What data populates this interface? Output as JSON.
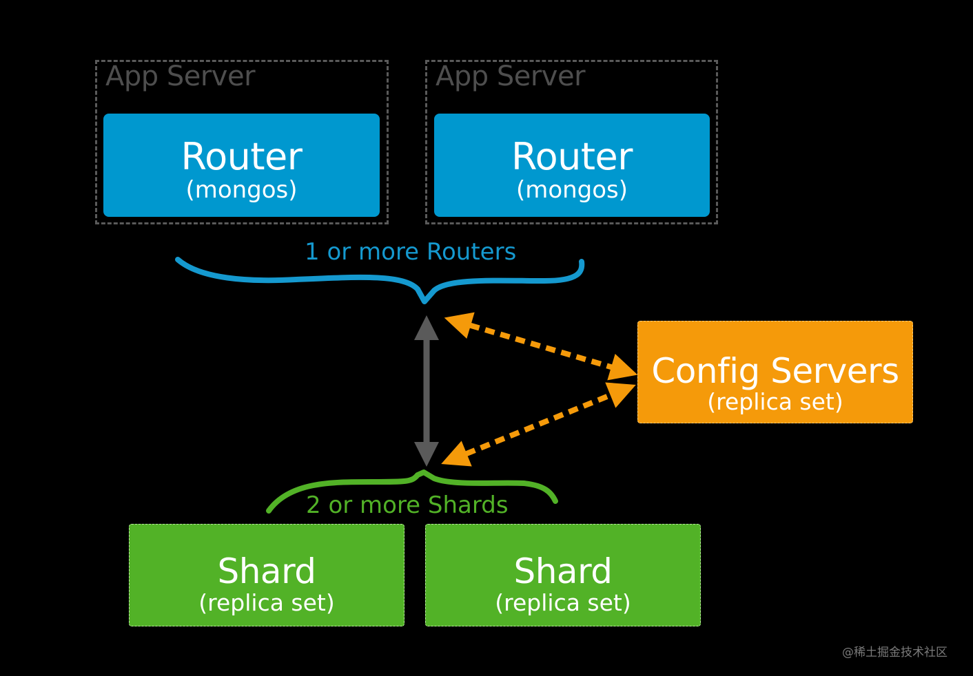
{
  "diagram": {
    "app_servers": [
      {
        "label": "App Server",
        "router": {
          "title": "Router",
          "subtitle": "(mongos)"
        }
      },
      {
        "label": "App Server",
        "router": {
          "title": "Router",
          "subtitle": "(mongos)"
        }
      }
    ],
    "routers_brace_label": "1 or more Routers",
    "config_servers": {
      "title": "Config Servers",
      "subtitle": "(replica set)"
    },
    "shards_brace_label": "2 or more Shards",
    "shards": [
      {
        "title": "Shard",
        "subtitle": "(replica set)"
      },
      {
        "title": "Shard",
        "subtitle": "(replica set)"
      }
    ],
    "connections": [
      {
        "from": "routers",
        "to": "shards",
        "style": "solid",
        "direction": "bidirectional",
        "color": "#5a5a5a"
      },
      {
        "from": "routers",
        "to": "config_servers",
        "style": "dashed",
        "direction": "bidirectional",
        "color": "#f59a0a"
      },
      {
        "from": "shards",
        "to": "config_servers",
        "style": "dashed",
        "direction": "bidirectional",
        "color": "#f59a0a"
      }
    ],
    "colors": {
      "router": "#0098cf",
      "config": "#f59a0a",
      "shard": "#52b227",
      "app_server_border": "#5a5a5a",
      "background": "#000000"
    }
  },
  "watermark": "@稀土掘金技术社区"
}
